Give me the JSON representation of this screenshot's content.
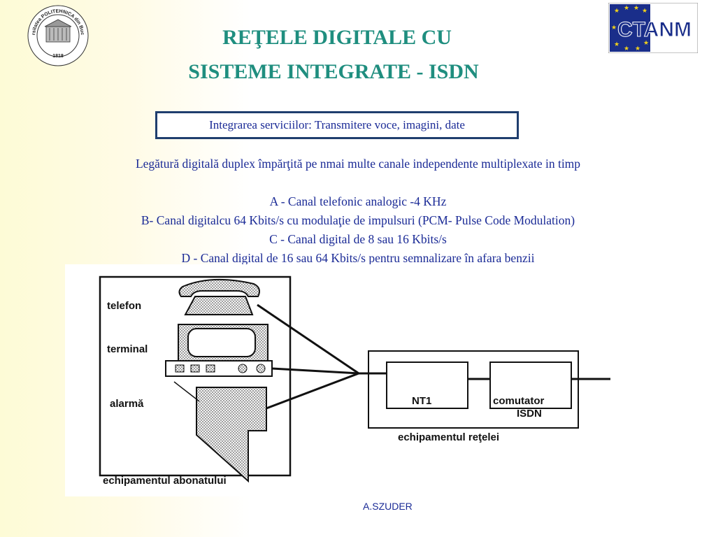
{
  "title": {
    "line1": "REŢELE DIGITALE CU",
    "line2": "SISTEME INTEGRATE - ISDN"
  },
  "subtitle_box": "Integrarea serviciilor: Transmitere voce, imagini, date",
  "description": "Legătură digitală duplex împărţită pe nmai multe canale independente multiplexate in timp",
  "channels": [
    "A - Canal telefonic analogic -4 KHz",
    "B- Canal digitalcu 64 Kbits/s cu modulaţie de impulsuri (PCM- Pulse Code Modulation)",
    "C - Canal digital de 8 sau 16 Kbits/s",
    "D - Canal digital de 16 sau 64 Kbits/s pentru semnalizare în afara benzii"
  ],
  "diagram": {
    "labels": {
      "telefon": "telefon",
      "terminal": "terminal",
      "alarma": "alarmă",
      "subscriber_equipment": "echipamentul abonatului",
      "nt1": "NT1",
      "switch_line1": "comutator",
      "switch_line2": "ISDN",
      "network_equipment": "echipamentul reţelei"
    }
  },
  "logos": {
    "left_text": "Universitatea POLITEHNICA din Bucureşti",
    "left_year": "1818",
    "right_text": "CTANM"
  },
  "footer": "A.SZUDER",
  "colors": {
    "title": "#1f8e7f",
    "body_text": "#1a2a96",
    "box_border": "#1f3e6e",
    "ctanm_bg": "#1a2e8a",
    "star": "#f2d21a"
  }
}
